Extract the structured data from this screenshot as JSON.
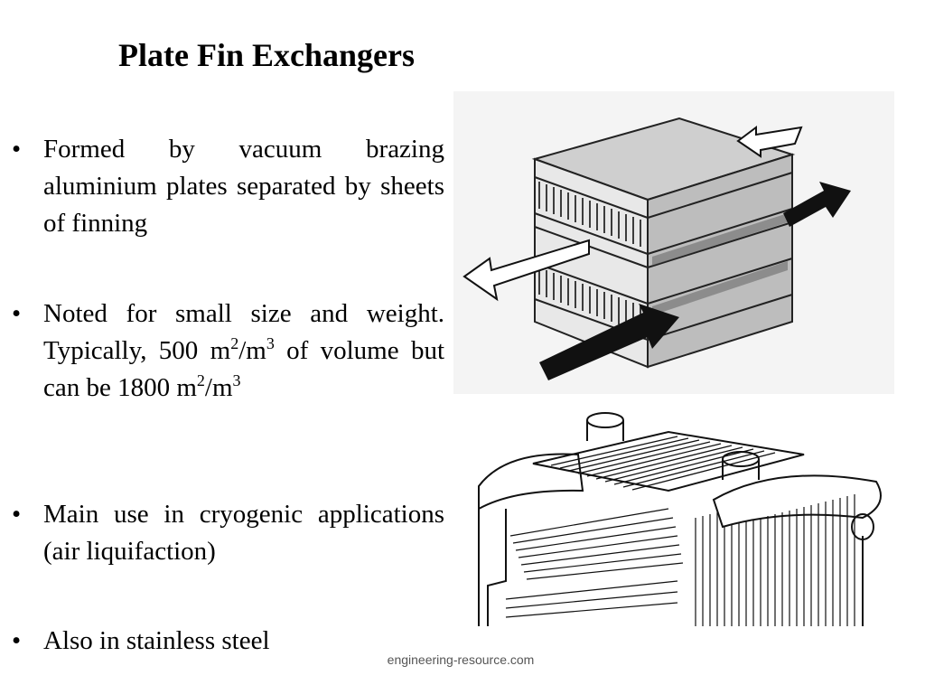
{
  "slide": {
    "title": "Plate Fin Exchangers",
    "bullets": [
      {
        "text": "Formed by vacuum brazing aluminium plates separated by sheets of finning"
      },
      {
        "prefix": "Noted for small size and weight. Typically, 500 m",
        "sup1": "2",
        "mid1": "/m",
        "sup2": "3",
        "mid2": " of volume but can be 1800 m",
        "sup3": "2",
        "mid3": "/m",
        "sup4": "3"
      },
      {
        "text": "Main use in cryogenic applications (air liquifaction)"
      },
      {
        "text": "Also in stainless steel"
      }
    ],
    "footer": "engineering-resource.com"
  },
  "figures": {
    "top_image_icon": "plate-fin-core-icon",
    "bottom_image_icon": "plate-fin-headers-icon"
  },
  "colors": {
    "background": "#ffffff",
    "text": "#000000",
    "footer_text": "#555555"
  }
}
